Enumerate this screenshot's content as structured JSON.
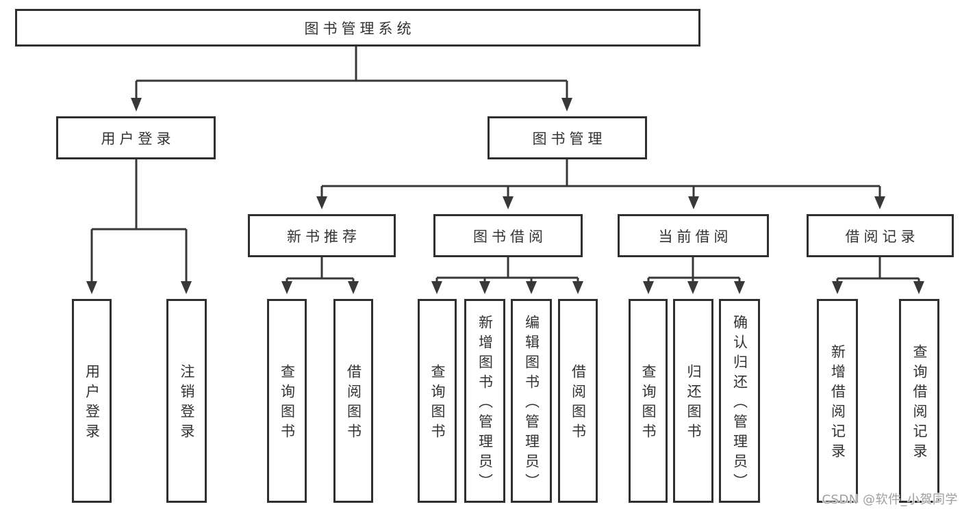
{
  "tree": {
    "label": "图书管理系统",
    "children": [
      {
        "label": "用户登录",
        "children": [
          {
            "label": "用户登录"
          },
          {
            "label": "注销登录"
          }
        ]
      },
      {
        "label": "图书管理",
        "children": [
          {
            "label": "新书推荐",
            "children": [
              {
                "label": "查询图书"
              },
              {
                "label": "借阅图书"
              }
            ]
          },
          {
            "label": "图书借阅",
            "children": [
              {
                "label": "查询图书"
              },
              {
                "label": "新增图书（管理员）"
              },
              {
                "label": "编辑图书（管理员）"
              },
              {
                "label": "借阅图书"
              }
            ]
          },
          {
            "label": "当前借阅",
            "children": [
              {
                "label": "查询图书"
              },
              {
                "label": "归还图书"
              },
              {
                "label": "确认归还（管理员）"
              }
            ]
          },
          {
            "label": "借阅记录",
            "children": [
              {
                "label": "新增借阅记录"
              },
              {
                "label": "查询借阅记录"
              }
            ]
          }
        ]
      }
    ]
  },
  "watermark": "CSDN @软件_小贺同学",
  "theme": {
    "line_color": "#383838",
    "border_color": "#2f2f2f",
    "text_color": "#333333",
    "watermark_color": "#9e9e9e",
    "bg_color": "#ffffff"
  }
}
